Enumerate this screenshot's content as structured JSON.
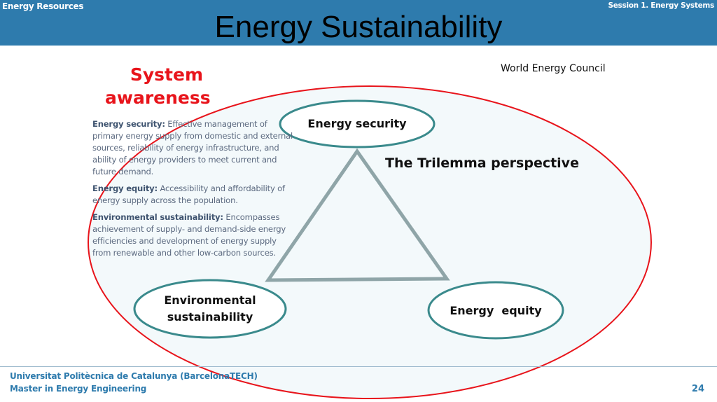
{
  "header": {
    "course": "Energy Resources",
    "session": "Session 1. Energy Systems",
    "title": "Energy Sustainability"
  },
  "slide": {
    "system_awareness": "System awareness",
    "source": "World Energy Council",
    "trilemma": "The Trilemma perspective",
    "definitions": [
      {
        "term": "Energy security:",
        "text": " Effective management of primary energy supply from domestic and external sources, reliability of energy infrastructure, and ability of energy providers to meet current and future demand."
      },
      {
        "term": "Energy equity:",
        "text": " Accessibility and affordability of energy supply across the population."
      },
      {
        "term": "Environmental sustainability:",
        "text": " Encompasses achievement of supply- and demand-side energy efficiencies and development of energy supply from renewable and other low-carbon sources."
      }
    ],
    "nodes": {
      "security": "Energy security",
      "environmental": "Environmental sustainability",
      "equity": "Energy  equity"
    },
    "colors": {
      "red": "#e8141b",
      "teal": "#3a8a8c",
      "triangle": "#8fa5a8",
      "brand": "#2e7bad"
    }
  },
  "footer": {
    "university": "Universitat Politècnica de Catalunya (BarcelonaTECH)",
    "program": "Master in Energy Engineering",
    "page": "24"
  }
}
